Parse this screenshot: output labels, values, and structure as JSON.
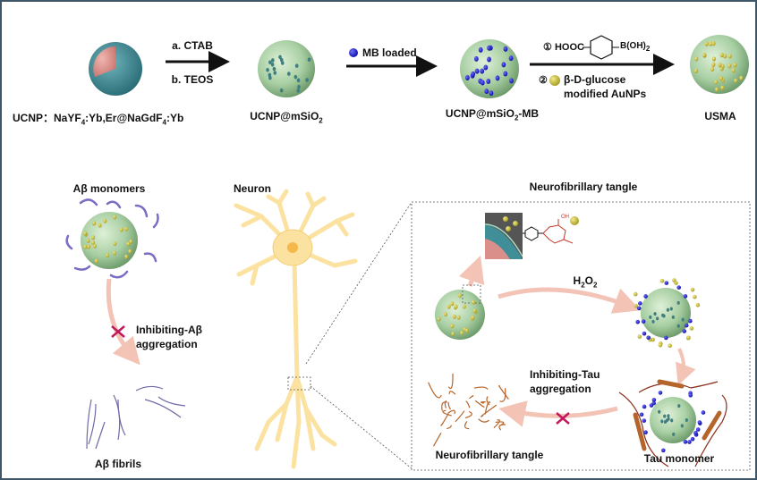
{
  "synthesis": {
    "step1_a": "a. CTAB",
    "step1_b": "b. TEOS",
    "step2": "MB loaded",
    "step3_num1": "①",
    "step3_hooc": "HOOC",
    "step3_boh": "B(OH)",
    "step3_boh_sub": "2",
    "step3_num2": "②",
    "step3_line1": "β-D-glucose",
    "step3_line2": "modified AuNPs",
    "label_ucnp_prefix": "UCNP：NaYF",
    "label_ucnp_sub1": "4",
    "label_ucnp_mid": ":Yb,Er@NaGdF",
    "label_ucnp_sub2": "4",
    "label_ucnp_end": ":Yb",
    "label_msio2": "UCNP@mSiO",
    "label_msio2_sub": "2",
    "label_mb": "UCNP@mSiO",
    "label_mb_sub": "2",
    "label_mb_end": "-MB",
    "label_usma": "USMA"
  },
  "abeta": {
    "title": "Aβ monomers",
    "inhibit_line1": "Inhibiting-Aβ",
    "inhibit_line2": "aggregation",
    "fibrils": "Aβ fibrils"
  },
  "neuron": {
    "title": "Neuron"
  },
  "tau": {
    "title": "Neurofibrillary tangle",
    "h2o2": "H",
    "h2o2_sub1": "2",
    "h2o2_o": "O",
    "h2o2_sub2": "2",
    "inhibit_line1": "Inhibiting-Tau",
    "inhibit_line2": "aggregation",
    "tangle_label": "Neurofibrillary tangle",
    "monomer_label": "Tau monomer",
    "oh": "OH"
  },
  "colors": {
    "sphere": "#a8cfa3",
    "shell": "#3f8e98",
    "core": "#db8f8b",
    "mb": "#1a1adb",
    "au": "#c7bc3a",
    "arrow_pink": "#f3c3b6",
    "cross": "#c2185b",
    "neuron": "#fbe2a0",
    "tau": "#b5652a",
    "abeta": "#7c6cc4"
  }
}
